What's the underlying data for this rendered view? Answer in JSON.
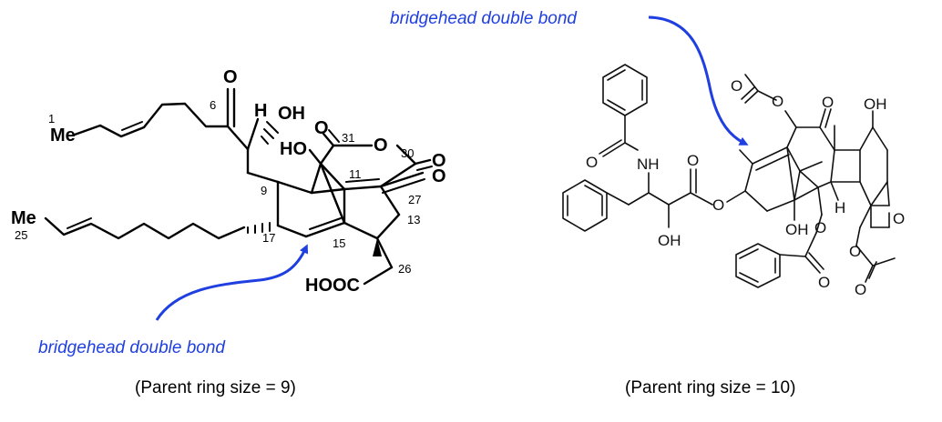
{
  "annotation_color": "#1f3fe0",
  "left_molecule": {
    "annotation": "bridgehead double bond",
    "caption": "(Parent ring size = 9)",
    "atoms": {
      "me1": "Me",
      "me25": "Me",
      "o_ketone": "O",
      "h": "H",
      "oh": "OH",
      "ho": "HO",
      "o_ring": "O",
      "o_dbl1": "O",
      "o_dbl2": "O",
      "o_dbl3": "O",
      "cooh": "HOOC"
    },
    "numbers": {
      "n1": "1",
      "n6": "6",
      "n25": "25",
      "n9": "9",
      "n17": "17",
      "n15": "15",
      "n11": "11",
      "n31": "31",
      "n30": "30",
      "n27": "27",
      "n13": "13",
      "n26": "26"
    }
  },
  "right_molecule": {
    "annotation": "bridgehead double bond",
    "caption": "(Parent ring size = 10)",
    "atoms": {
      "nh": "NH",
      "o_amide": "O",
      "o_ester": "O",
      "o_esterdbl": "O",
      "oh_side": "OH",
      "o_ac1": "O",
      "o_ac1dbl": "O",
      "o_ketone": "O",
      "oh_top": "OH",
      "oh_bottom": "OH",
      "o_bz": "O",
      "o_bzdbl": "O",
      "h_junction": "H",
      "o_ac2": "O",
      "o_ac2dbl": "O",
      "o_oxetane": "O"
    }
  }
}
